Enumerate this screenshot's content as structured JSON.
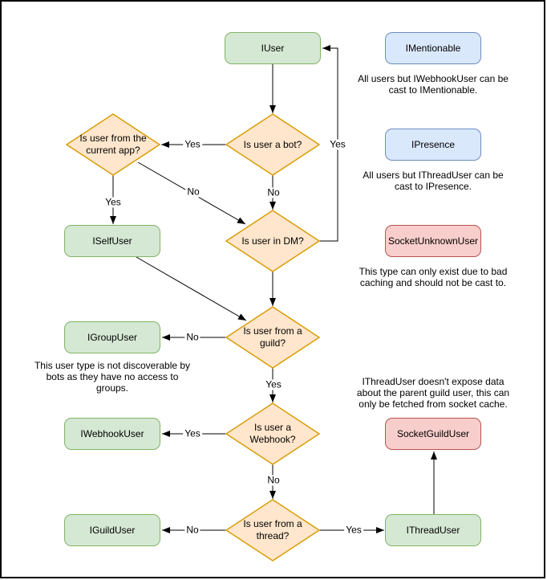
{
  "diagram": {
    "type": "flowchart",
    "nodes": {
      "iuser": {
        "label": "IUser",
        "kind": "interface"
      },
      "imentionable": {
        "label": "IMentionable",
        "kind": "castable"
      },
      "ipresence": {
        "label": "IPresence",
        "kind": "castable"
      },
      "socket_unknown_user": {
        "label": "SocketUnknownUser",
        "kind": "socket"
      },
      "iselfuser": {
        "label": "ISelfUser",
        "kind": "interface"
      },
      "igroupuser": {
        "label": "IGroupUser",
        "kind": "interface"
      },
      "iwebhookuser": {
        "label": "IWebhookUser",
        "kind": "interface"
      },
      "iguilduser": {
        "label": "IGuildUser",
        "kind": "interface"
      },
      "socket_guild_user": {
        "label": "SocketGuildUser",
        "kind": "socket"
      },
      "ithreaduser": {
        "label": "IThreadUser",
        "kind": "interface"
      }
    },
    "decisions": {
      "is_bot": {
        "lines": [
          "Is user a bot?"
        ]
      },
      "from_current_app": {
        "lines": [
          "Is user from the",
          "current app?"
        ]
      },
      "in_dm": {
        "lines": [
          "Is user in DM?"
        ]
      },
      "from_guild": {
        "lines": [
          "Is user from a",
          "guild?"
        ]
      },
      "is_webhook": {
        "lines": [
          "Is user a",
          "Webhook?"
        ]
      },
      "from_thread": {
        "lines": [
          "Is user from a",
          "thread?"
        ]
      }
    },
    "edges": [
      {
        "from": "IUser",
        "to": "Is user a bot?",
        "label": ""
      },
      {
        "from": "Is user a bot?",
        "to": "Is user from the current app?",
        "label": "Yes"
      },
      {
        "from": "Is user a bot?",
        "to": "Is user in DM?",
        "label": "No"
      },
      {
        "from": "Is user from the current app?",
        "to": "ISelfUser",
        "label": "Yes"
      },
      {
        "from": "Is user from the current app?",
        "to": "Is user in DM?",
        "label": "No"
      },
      {
        "from": "Is user in DM?",
        "to": "IUser",
        "label": "Yes"
      },
      {
        "from": "Is user in DM?",
        "to": "Is user from a guild?",
        "label": ""
      },
      {
        "from": "ISelfUser",
        "to": "Is user from a guild?",
        "label": ""
      },
      {
        "from": "Is user from a guild?",
        "to": "IGroupUser",
        "label": "No"
      },
      {
        "from": "Is user from a guild?",
        "to": "Is user a Webhook?",
        "label": "Yes"
      },
      {
        "from": "Is user a Webhook?",
        "to": "IWebhookUser",
        "label": "Yes"
      },
      {
        "from": "Is user a Webhook?",
        "to": "Is user from a thread?",
        "label": "No"
      },
      {
        "from": "Is user from a thread?",
        "to": "IGuildUser",
        "label": "No"
      },
      {
        "from": "Is user from a thread?",
        "to": "IThreadUser",
        "label": "Yes"
      },
      {
        "from": "IThreadUser",
        "to": "SocketGuildUser",
        "label": ""
      }
    ],
    "notes": {
      "mentionable": {
        "lines": [
          "All users but IWebhookUser can be",
          "cast to IMentionable."
        ]
      },
      "presence": {
        "lines": [
          "All users but IThreadUser can be",
          "cast to IPresence."
        ]
      },
      "unknown": {
        "lines": [
          "This type can only exist due to bad",
          "caching and should not be cast to."
        ]
      },
      "group": {
        "lines": [
          "This user type is not discoverable by",
          "bots as they have no access to",
          "groups."
        ]
      },
      "thread": {
        "lines": [
          "IThreadUser doesn't expose data",
          "about the parent guild user, this can",
          "only be fetched from socket cache."
        ]
      }
    },
    "colors": {
      "node_green_fill": "#d5e8d4",
      "node_green_border": "#82b366",
      "node_blue_fill": "#dae8fc",
      "node_blue_border": "#6c8ebf",
      "node_red_fill": "#f8cecc",
      "node_red_border": "#b85450",
      "decision_fill": "#ffe6cc",
      "decision_border": "#d79b00",
      "connector": "#000000",
      "background": "#ffffff",
      "frame_border": "#000000"
    }
  }
}
